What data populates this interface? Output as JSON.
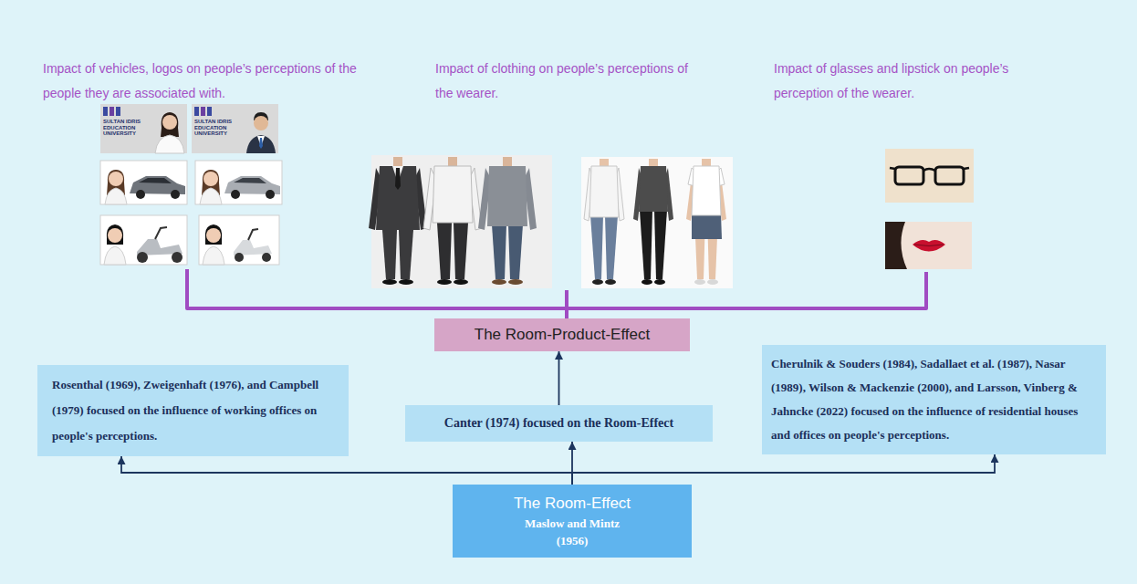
{
  "diagram": {
    "nodes": [
      {
        "text": [
          "The Room-Product-Effect"
        ]
      },
      {
        "text": [
          "Rosenthal (1969), Zweigenhaft (1976), and Campbell (1979) focused on the influence of working offices on people's perceptions."
        ]
      },
      {
        "text": [
          "Canter (1974) focused on the Room-Effect"
        ]
      },
      {
        "text": [
          "Cherulnik & Souders (1984), Sadallaet et al. (1987), Nasar (1989), Wilson & Mackenzie (2000), and Larsson, Vinberg & Jahncke (2022) focused on the influence of residential houses and offices on people's perceptions."
        ]
      },
      {
        "text": [
          "The Room-Effect",
          "Maslow and Mintz (1956)"
        ]
      }
    ],
    "edges": [
      {
        "from": 4,
        "to": 1,
        "arrow": "to"
      },
      {
        "from": 4,
        "to": 2,
        "arrow": "to"
      },
      {
        "from": 4,
        "to": 3,
        "arrow": "to"
      },
      {
        "from": 2,
        "to": 0,
        "arrow": "to"
      }
    ],
    "labels": [
      "Impact of vehicles, logos on people’s perceptions of the people they are associated with.",
      "Impact of clothing on people’s perceptions of the wearer.",
      "Impact of glasses and lipstick on people’s perception of the wearer.",
      "SULTAN IDRIS EDUCATION UNIVERSITY",
      "SULTAN IDRIS EDUCATION UNIVERSITY"
    ]
  }
}
